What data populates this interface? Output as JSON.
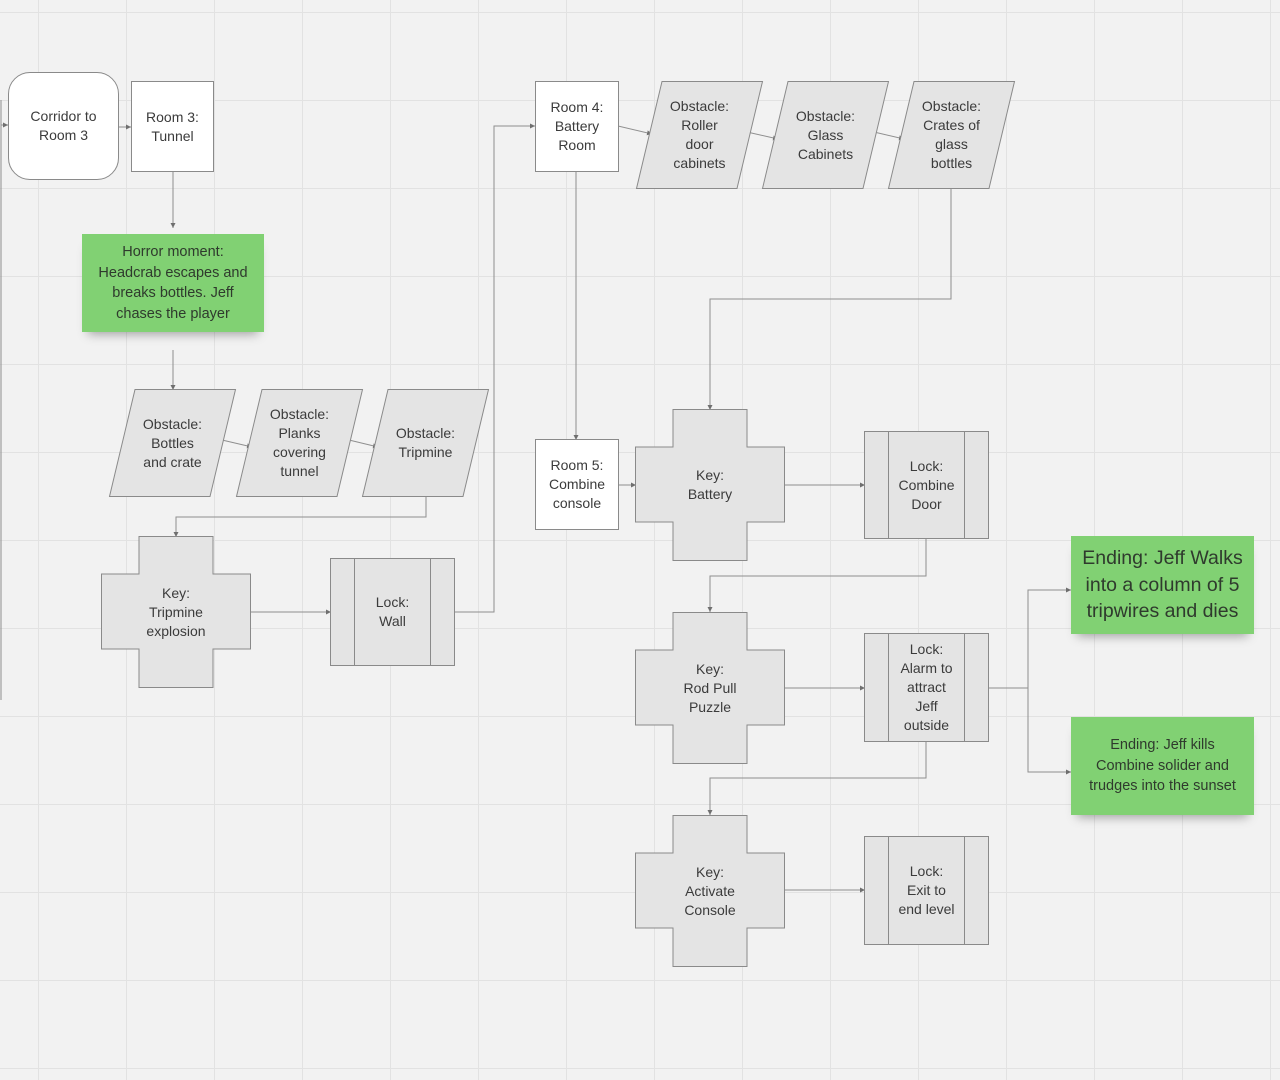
{
  "colors": {
    "canvas": "#f2f2f2",
    "grid": "#e2e2e2",
    "shape_fill": "#e4e4e4",
    "box_fill": "#ffffff",
    "stroke": "#8a8a8a",
    "note_green": "#81d173"
  },
  "nodes": {
    "corridor_room3": "Corridor to\nRoom 3",
    "room3_tunnel": "Room 3:\nTunnel",
    "horror_moment": "Horror moment:\nHeadcrab escapes and\nbreaks bottles. Jeff\nchases the player",
    "obstacle_bottles_crate": "Obstacle:\nBottles\nand crate",
    "obstacle_planks": "Obstacle:\nPlanks\ncovering\ntunnel",
    "obstacle_tripmine": "Obstacle:\nTripmine",
    "key_tripmine_explosion": "Key:\nTripmine\nexplosion",
    "lock_wall": "Lock:\nWall",
    "room4_battery": "Room 4:\nBattery\nRoom",
    "obstacle_roller_door": "Obstacle:\nRoller\ndoor\ncabinets",
    "obstacle_glass_cabinets": "Obstacle:\nGlass\nCabinets",
    "obstacle_crates_glass": "Obstacle:\nCrates of\nglass\nbottles",
    "room5_console": "Room 5:\nCombine\nconsole",
    "key_battery": "Key:\nBattery",
    "lock_combine_door": "Lock:\nCombine\nDoor",
    "key_rod_pull": "Key:\nRod Pull\nPuzzle",
    "lock_alarm": "Lock:\nAlarm to\nattract\nJeff\noutside",
    "key_activate_console": "Key:\nActivate\nConsole",
    "lock_exit": "Lock:\nExit to\nend level",
    "ending_tripwires": "Ending: Jeff Walks\ninto a column of 5\ntripwires and dies",
    "ending_kills": "Ending: Jeff kills\nCombine solider and\ntrudges into the sunset"
  }
}
